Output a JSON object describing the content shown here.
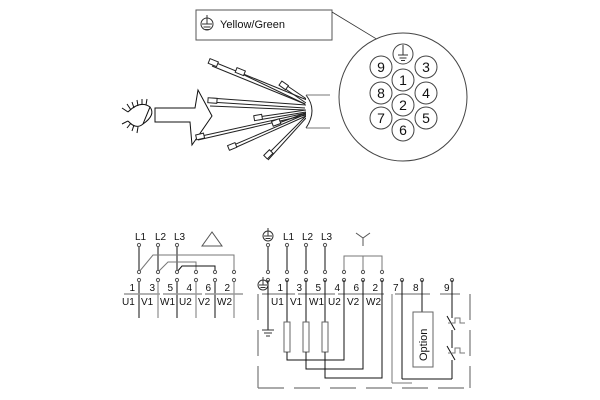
{
  "legend": {
    "icon": "earth-ground-icon",
    "label": "Yellow/Green"
  },
  "plug": {
    "pins": [
      {
        "id": "earth",
        "label": "⏚"
      },
      {
        "id": "1",
        "label": "1"
      },
      {
        "id": "2",
        "label": "2"
      },
      {
        "id": "3",
        "label": "3"
      },
      {
        "id": "4",
        "label": "4"
      },
      {
        "id": "5",
        "label": "5"
      },
      {
        "id": "6",
        "label": "6"
      },
      {
        "id": "7",
        "label": "7"
      },
      {
        "id": "8",
        "label": "8"
      },
      {
        "id": "9",
        "label": "9"
      }
    ]
  },
  "delta_diagram": {
    "symbol": "delta-icon",
    "lines": [
      "L1",
      "L2",
      "L3"
    ],
    "terminals": [
      "1",
      "3",
      "5",
      "4",
      "6",
      "2"
    ],
    "windings": [
      "U1",
      "V1",
      "W1",
      "U2",
      "V2",
      "W2"
    ]
  },
  "star_diagram": {
    "symbol": "star-icon",
    "lines": [
      "L1",
      "L2",
      "L3"
    ],
    "terminals": [
      "1",
      "3",
      "5",
      "4",
      "6",
      "2",
      "7",
      "8",
      "9"
    ],
    "windings": [
      "U1",
      "V1",
      "W1",
      "U2",
      "V2",
      "W2"
    ],
    "option_label": "Option"
  }
}
